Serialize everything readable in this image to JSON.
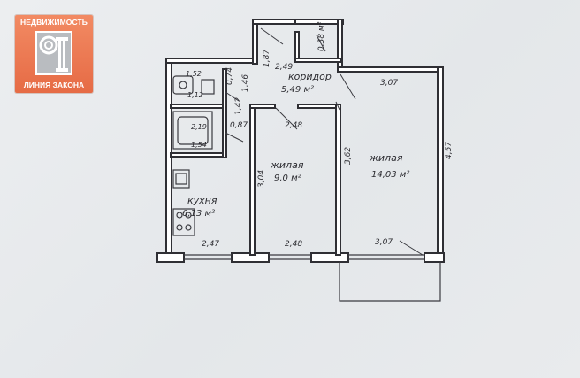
{
  "logo": {
    "top_text": "НЕДВИЖИМОСТЬ",
    "bottom_text": "ЛИНИЯ ЗАКОНА",
    "bg_color": "#e96f48"
  },
  "rooms": {
    "corridor": {
      "name": "коридор",
      "area": "5,49 м²"
    },
    "room_small": {
      "name": "жилая",
      "area": "9,0 м²"
    },
    "room_large": {
      "name": "жилая",
      "area": "14,03 м²"
    },
    "kitchen": {
      "name": "кухня",
      "area": "6,13 м²"
    },
    "closet": {
      "area": "0,38 м²"
    }
  },
  "dimensions": {
    "d_249": "2,49",
    "d_187": "1,87",
    "d_307": "3,07",
    "d_457": "4,57",
    "d_248_top": "2,48",
    "d_248_bottom": "2,48",
    "d_362": "3,62",
    "d_304": "3,04",
    "d_247": "2,47",
    "d_307_bottom": "3,07",
    "d_087": "0,87",
    "d_146": "1,46",
    "d_074": "0,74",
    "d_142": "1,42",
    "d_152": "1,52",
    "d_112": "1,12",
    "d_219": "2,19",
    "d_154": "1,54"
  }
}
